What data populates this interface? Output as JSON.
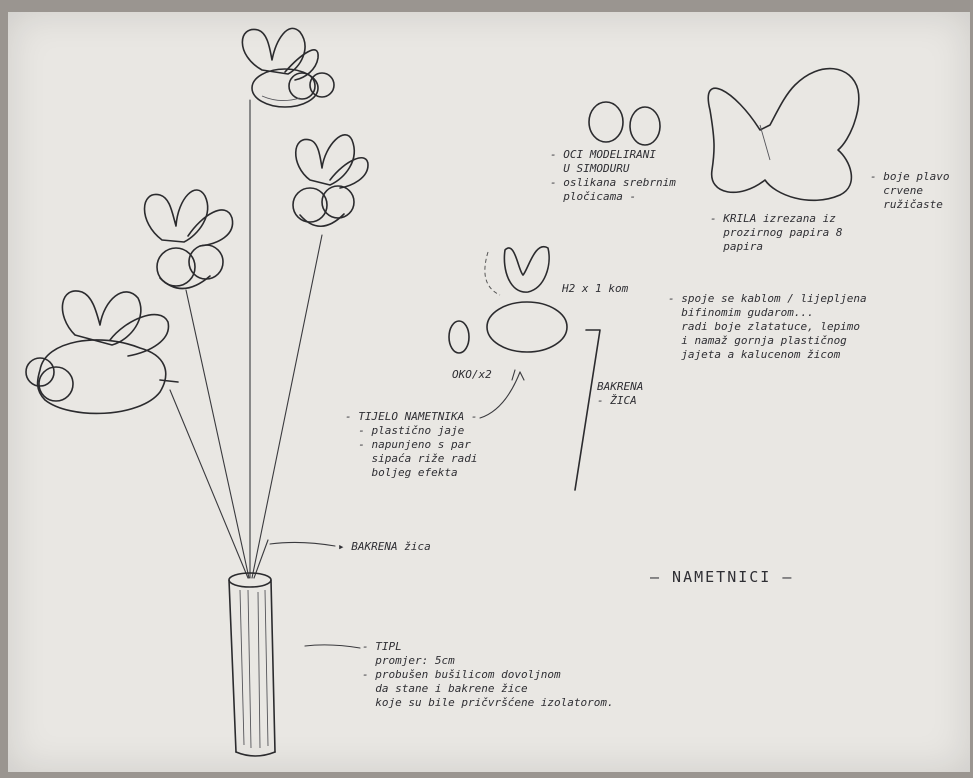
{
  "notes": {
    "oci": "- OCI MODELIRANI\n  U SIMODURU\n- oslikana srebrnim\n  pločicama -",
    "krila": "- KRILA izrezana iz\n  prozirnog papira 8\n  papira",
    "boje": "- boje plavo\n  crvene\n  ružičaste",
    "dimensions": "H2 x 1 kom",
    "oko": "OKO/x2",
    "spoj": "- spoje se kablom / lijepljena\n  bifinomim gudarom...\n  radi boje zlatatuce, lepimo\n  i namaž gornja plastičnog\n  jajeta a kalucenom žicom",
    "bakrena_small": "BAKRENA\n- ŽICA",
    "tijelo": "- TIJELO NAMETNIKA -\n  - plastično jaje\n  - napunjeno s par\n    sipaća riže radi\n    boljeg efekta",
    "bakrena_main": "▸ BAKRENA žica",
    "title": "— NAMETNICI —",
    "tipl": "- TIPL\n  promjer: 5cm\n- probušen bušilicom dovoljnom\n  da stane i bakrene žice\n  koje su bile pričvršćene izolatorom."
  },
  "colors": {
    "paper": "#e9e7e3",
    "ink": "#2b2b2e",
    "background": "#9a9590"
  }
}
